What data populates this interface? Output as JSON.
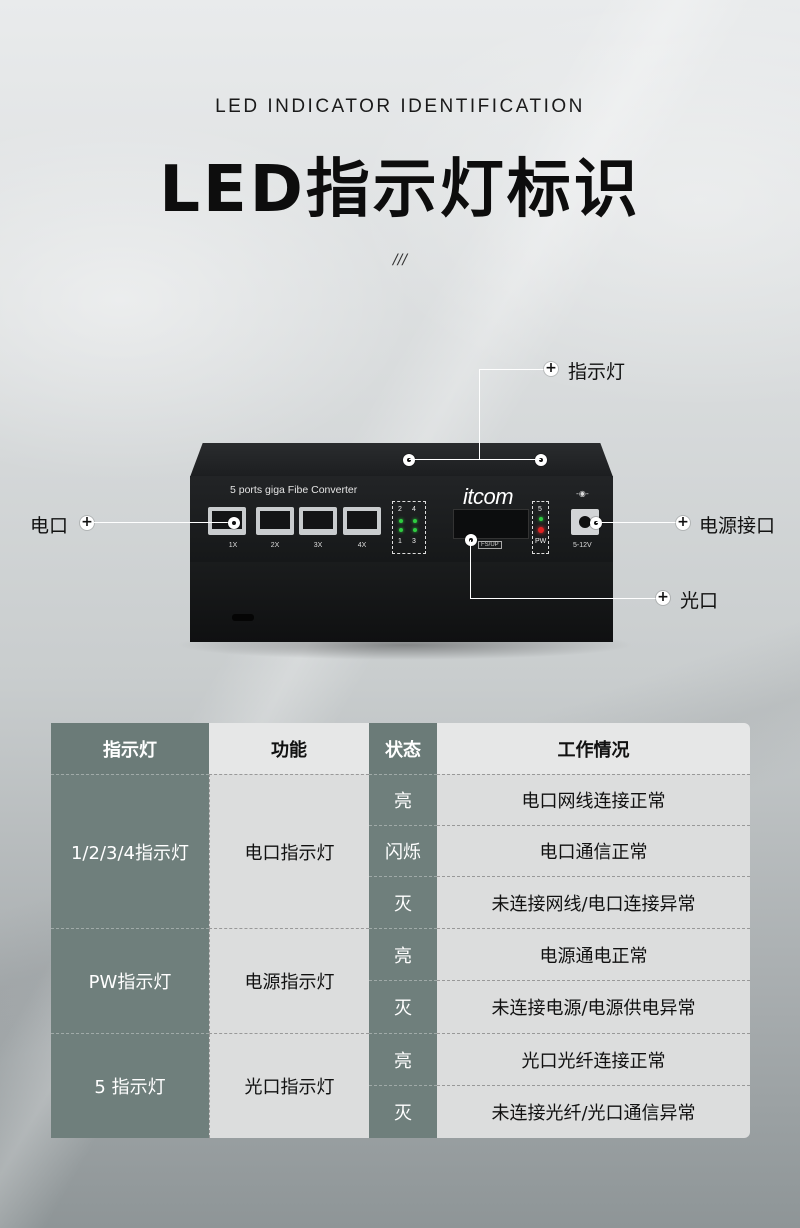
{
  "header": {
    "subtitle": "LED INDICATOR IDENTIFICATION",
    "title": "LED指示灯标识",
    "divider": "///"
  },
  "device": {
    "label": "5 ports giga Fibe Converter",
    "ports": [
      "1X",
      "2X",
      "3X",
      "4X"
    ],
    "led_numbers": [
      "2",
      "4",
      "1",
      "3"
    ],
    "brand": "itcom",
    "fiber_tag": "FS/UP",
    "pw_numbers": [
      "5"
    ],
    "pw_label": "PW",
    "dc_label": "5-12V",
    "led_green": "#2ecc40",
    "led_red": "#e02020"
  },
  "callouts": {
    "indicator": "指示灯",
    "ethernet": "电口",
    "power_port": "电源接口",
    "optical": "光口"
  },
  "table": {
    "headers": [
      "指示灯",
      "功能",
      "状态",
      "工作情况"
    ],
    "groups": [
      {
        "indicator": "1/2/3/4指示灯",
        "function": "电口指示灯",
        "rows": [
          {
            "state": "亮",
            "desc": "电口网线连接正常"
          },
          {
            "state": "闪烁",
            "desc": "电口通信正常"
          },
          {
            "state": "灭",
            "desc": "未连接网线/电口连接异常"
          }
        ]
      },
      {
        "indicator": "PW指示灯",
        "function": "电源指示灯",
        "rows": [
          {
            "state": "亮",
            "desc": "电源通电正常"
          },
          {
            "state": "灭",
            "desc": "未连接电源/电源供电异常"
          }
        ]
      },
      {
        "indicator": "5 指示灯",
        "function": "光口指示灯",
        "rows": [
          {
            "state": "亮",
            "desc": "光口光纤连接正常"
          },
          {
            "state": "灭",
            "desc": "未连接光纤/光口通信异常"
          }
        ]
      }
    ],
    "colors": {
      "dark": "#6f7f7c",
      "light": "#dcdddd"
    }
  }
}
